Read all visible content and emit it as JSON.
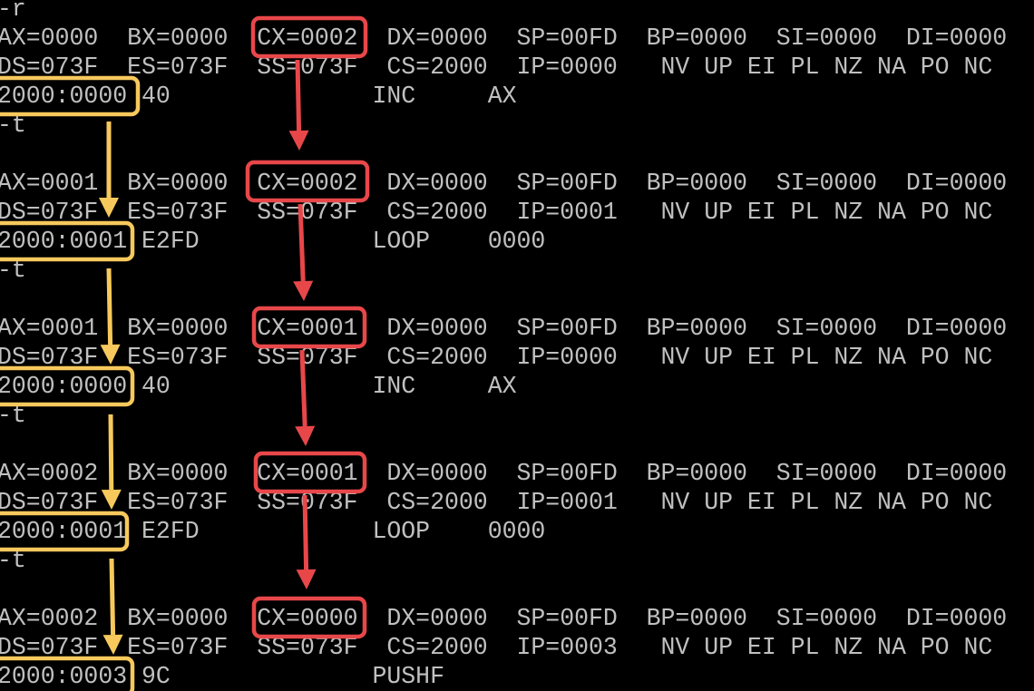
{
  "terminal": {
    "lines": [
      "-r",
      "AX=0000  BX=0000  CX=0002  DX=0000  SP=00FD  BP=0000  SI=0000  DI=0000",
      "DS=073F  ES=073F  SS=073F  CS=2000  IP=0000   NV UP EI PL NZ NA PO NC",
      "2000:0000 40              INC     AX",
      "-t",
      "",
      "AX=0001  BX=0000  CX=0002  DX=0000  SP=00FD  BP=0000  SI=0000  DI=0000",
      "DS=073F  ES=073F  SS=073F  CS=2000  IP=0001   NV UP EI PL NZ NA PO NC",
      "2000:0001 E2FD            LOOP    0000",
      "-t",
      "",
      "AX=0001  BX=0000  CX=0001  DX=0000  SP=00FD  BP=0000  SI=0000  DI=0000",
      "DS=073F  ES=073F  SS=073F  CS=2000  IP=0000   NV UP EI PL NZ NA PO NC",
      "2000:0000 40              INC     AX",
      "-t",
      "",
      "AX=0002  BX=0000  CX=0001  DX=0000  SP=00FD  BP=0000  SI=0000  DI=0000",
      "DS=073F  ES=073F  SS=073F  CS=2000  IP=0001   NV UP EI PL NZ NA PO NC",
      "2000:0001 E2FD            LOOP    0000",
      "-t",
      "",
      "AX=0002  BX=0000  CX=0000  DX=0000  SP=00FD  BP=0000  SI=0000  DI=0000",
      "DS=073F  ES=073F  SS=073F  CS=2000  IP=0003   NV UP EI PL NZ NA PO NC",
      "2000:0003 9C              PUSHF"
    ]
  },
  "colors": {
    "background": "#000000",
    "text": "#c0c0c0",
    "cx_highlight": "#e8474a",
    "address_highlight": "#f7c95c"
  }
}
